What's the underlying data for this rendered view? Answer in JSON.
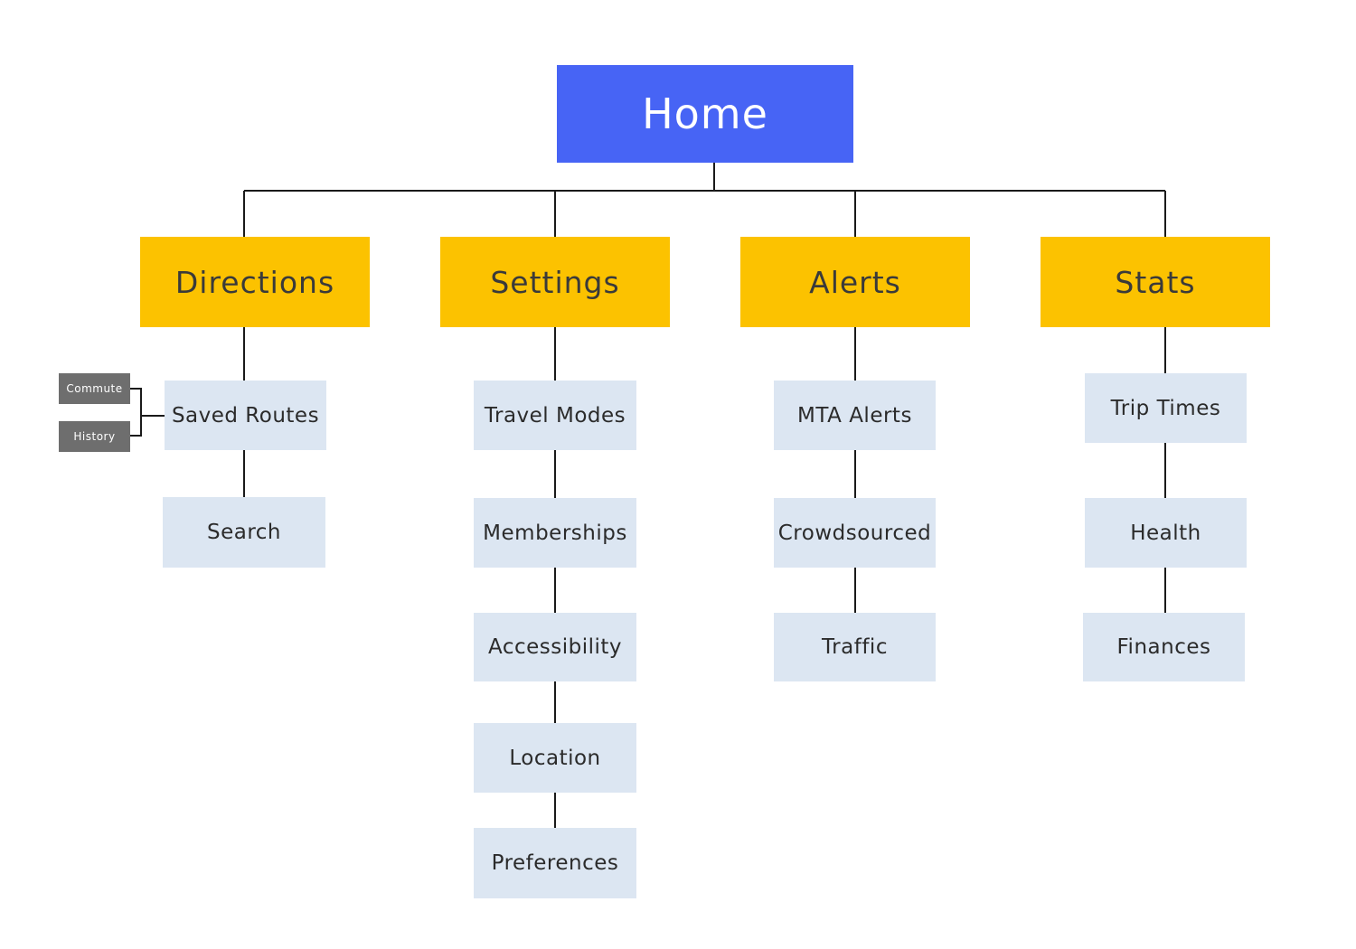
{
  "root": {
    "label": "Home"
  },
  "categories": [
    {
      "label": "Directions",
      "children": [
        "Saved Routes",
        "Search"
      ]
    },
    {
      "label": "Settings",
      "children": [
        "Travel Modes",
        "Memberships",
        "Accessibility",
        "Location",
        "Preferences"
      ]
    },
    {
      "label": "Alerts",
      "children": [
        "MTA Alerts",
        "Crowdsourced",
        "Traffic"
      ]
    },
    {
      "label": "Stats",
      "children": [
        "Trip Times",
        "Health",
        "Finances"
      ]
    }
  ],
  "saved_routes_tags": [
    "Commute",
    "History"
  ],
  "colors": {
    "root": "#4764f5",
    "category": "#fcc200",
    "leaf": "#dce6f2",
    "tag": "#6e6e6e",
    "line": "#1a1a1a"
  }
}
